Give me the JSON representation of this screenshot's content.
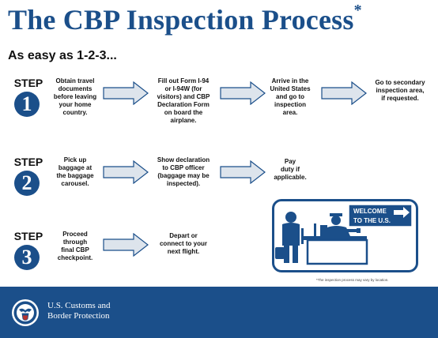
{
  "header": {
    "title": "The CBP Inspection Process",
    "title_mark": "*",
    "subtitle": "As easy as 1-2-3..."
  },
  "steps": [
    {
      "label": "STEP",
      "number": "1",
      "items": [
        [
          "Obtain travel",
          "documents",
          "before leaving",
          "your home",
          "country."
        ],
        [
          "Fill out Form I-94",
          "or I-94W (for",
          "visitors) and CBP",
          "Declaration Form",
          "on board the",
          "airplane."
        ],
        [
          "Arrive in the",
          "United States",
          "and go to",
          "inspection",
          "area."
        ],
        [
          "Go to secondary",
          "inspection area,",
          "if requested."
        ]
      ]
    },
    {
      "label": "STEP",
      "number": "2",
      "items": [
        [
          "Pick up",
          "baggage at",
          "the baggage",
          "carousel."
        ],
        [
          "Show declaration",
          "to CBP officer",
          "(baggage may be",
          "inspected)."
        ],
        [
          "Pay",
          "duty if",
          "applicable."
        ]
      ]
    },
    {
      "label": "STEP",
      "number": "3",
      "items": [
        [
          "Proceed",
          "through",
          "final CBP",
          "checkpoint."
        ],
        [
          "Depart or",
          "connect to your",
          "next flight."
        ]
      ]
    }
  ],
  "scene": {
    "sign_line1": "WELCOME",
    "sign_line2": "TO THE U.S."
  },
  "footnote": "*The inspection process may vary by location.",
  "footer": {
    "org_line1": "U.S. Customs and",
    "org_line2": "Border Protection"
  },
  "colors": {
    "brand_blue": "#1b4f8a",
    "arrow_fill": "#dde4ec",
    "arrow_stroke": "#1b4f8a"
  }
}
